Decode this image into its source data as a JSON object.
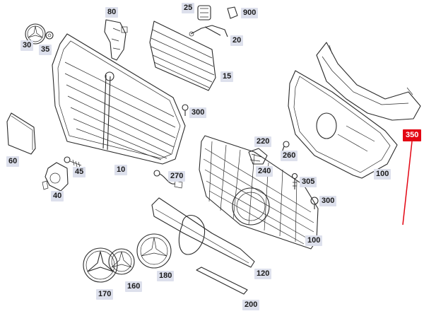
{
  "diagram": {
    "callouts": [
      {
        "id": "80",
        "label": "80"
      },
      {
        "id": "25",
        "label": "25"
      },
      {
        "id": "900",
        "label": "900"
      },
      {
        "id": "30",
        "label": "30"
      },
      {
        "id": "35",
        "label": "35"
      },
      {
        "id": "20",
        "label": "20"
      },
      {
        "id": "15",
        "label": "15"
      },
      {
        "id": "300a",
        "label": "300"
      },
      {
        "id": "60",
        "label": "60"
      },
      {
        "id": "10",
        "label": "10"
      },
      {
        "id": "45",
        "label": "45"
      },
      {
        "id": "40",
        "label": "40"
      },
      {
        "id": "270",
        "label": "270"
      },
      {
        "id": "220",
        "label": "220"
      },
      {
        "id": "260",
        "label": "260"
      },
      {
        "id": "240",
        "label": "240"
      },
      {
        "id": "100a",
        "label": "100"
      },
      {
        "id": "350",
        "label": "350",
        "highlight": true
      },
      {
        "id": "305",
        "label": "305"
      },
      {
        "id": "300b",
        "label": "300"
      },
      {
        "id": "100b",
        "label": "100"
      },
      {
        "id": "120",
        "label": "120"
      },
      {
        "id": "170",
        "label": "170"
      },
      {
        "id": "160",
        "label": "160"
      },
      {
        "id": "180",
        "label": "180"
      },
      {
        "id": "200",
        "label": "200"
      }
    ],
    "highlight_color": "#e30613",
    "label_bg_color": "#dde0ec"
  }
}
